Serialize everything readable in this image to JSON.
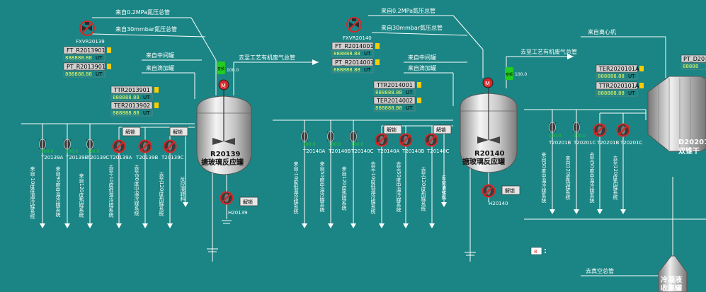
{
  "colors": {
    "background": "#1b8585",
    "pipe": "#ffffff",
    "valve_open": "#3a3a3a",
    "valve_closed": "#d62828",
    "value_text": "#ffff66",
    "box_fill": "#d0d0d0",
    "status_green": "#22cc22"
  },
  "icons": {
    "valve": "butterfly-valve-icon",
    "closed_valve": "closed-valve-icon",
    "agitator": "agitator-motor-icon",
    "flow_valve": "flow-control-valve-icon"
  },
  "left": {
    "supply_n2_02": "来自0.2MPa氮压总管",
    "supply_n2_30": "来自30mmbar氮压总管",
    "fxv": {
      "tag": "FXVR20139"
    },
    "meters": [
      {
        "tag": "FT_R2013901",
        "value": "888888.88",
        "unit": "UT"
      },
      {
        "tag": "PT_R2013901",
        "value": "888888.88",
        "unit": "UT"
      }
    ],
    "from_mid_tank": "来自中间罐",
    "from_drip_tank": "来自滴加罐",
    "to_waste_gas": "去至工艺有机废气总管",
    "agitator_state": "变频",
    "agitator_value": "100.0",
    "motor_label": "M",
    "temps": [
      {
        "tag": "TTR2013901",
        "value": "888888.88",
        "unit": "UT"
      },
      {
        "tag": "TER2013902",
        "value": "888888.88",
        "unit": "UT"
      }
    ],
    "reactor_id": "R20139",
    "reactor_name": "搪玻璃反应罐",
    "unlock": "解锁",
    "jacket_valves": [
      {
        "tag": "T20139A",
        "value": "100.0"
      },
      {
        "tag": "T20139B",
        "value": "100.0"
      },
      {
        "tag": "T20139C",
        "value": "100.0"
      }
    ],
    "return_valves": [
      {
        "tag": "T20139A"
      },
      {
        "tag": "T20139B"
      },
      {
        "tag": "T20139C"
      }
    ],
    "lines": [
      "来自-10度低温冷媒系统",
      "来自90度中温冷媒系统",
      "来自120度热媒系统",
      "去至-10度低温冷媒系统",
      "去至90度中温冷媒系统",
      "去至120度热媒系统",
      "反应液转料"
    ],
    "bottom_valve": "H20139"
  },
  "mid": {
    "supply_n2_02": "来自0.2MPa氮压总管",
    "supply_n2_30": "来自30mmbar氮压总管",
    "fxv": {
      "tag": "FXVR20140"
    },
    "meters": [
      {
        "tag": "FT_R2014001",
        "value": "888888.88",
        "unit": "UT"
      },
      {
        "tag": "PT_R2014001",
        "value": "888888.88",
        "unit": "UT"
      }
    ],
    "from_mid_tank": "来自中间罐",
    "from_drip_tank": "来自滴加罐",
    "to_waste_gas": "去至工艺有机废气总管",
    "agitator_state": "变频",
    "agitator_value": "100.0",
    "motor_label": "M",
    "temps": [
      {
        "tag": "TTR2014001",
        "value": "888888.88",
        "unit": "UT"
      },
      {
        "tag": "TER2014002",
        "value": "888888.88",
        "unit": "UT"
      }
    ],
    "reactor_id": "R20140",
    "reactor_name": "搪玻璃反应罐",
    "unlock": "解锁",
    "jacket_valves": [
      {
        "tag": "T20140A",
        "value": "100.0"
      },
      {
        "tag": "T20140B",
        "value": "100.0"
      },
      {
        "tag": "T20140C",
        "value": "100.0"
      }
    ],
    "return_valves": [
      {
        "tag": "T20140A"
      },
      {
        "tag": "T20140B"
      },
      {
        "tag": "T20140C"
      }
    ],
    "lines": [
      "来自-10度低温冷媒系统",
      "来自50度中温冷媒系统",
      "来自120度热媒系统",
      "去至-10度低温冷媒系统",
      "去至50度中温冷媒系统",
      "去至120度热媒系统",
      "反应液转料"
    ],
    "bottom_valve": "H20140"
  },
  "right": {
    "from_centrifuge": "来自离心机",
    "temps": [
      {
        "tag": "TER2020101A",
        "value": "888888.88",
        "unit": "UT"
      },
      {
        "tag": "TTR2020101A",
        "value": "888888.88",
        "unit": "UT"
      }
    ],
    "pt_tag": "PT_D20",
    "pt_value": "88888",
    "jacket_valves": [
      {
        "tag": "T20201B",
        "value": "100.0"
      },
      {
        "tag": "T20201C",
        "value": "100.0"
      }
    ],
    "return_valves": [
      {
        "tag": "T20201B"
      },
      {
        "tag": "T20201C"
      }
    ],
    "lines": [
      "来自50度中温冷媒系统",
      "来自120度热媒系统",
      "去至50度中温冷媒系统",
      "去至120度热媒系统"
    ],
    "dryer_id": "D20201",
    "dryer_name": "双锥干",
    "to_vacuum": "去真空总管",
    "condensate_tank_1": "冷凝液",
    "condensate_tank_2": "收集罐",
    "widget_label": "8"
  }
}
